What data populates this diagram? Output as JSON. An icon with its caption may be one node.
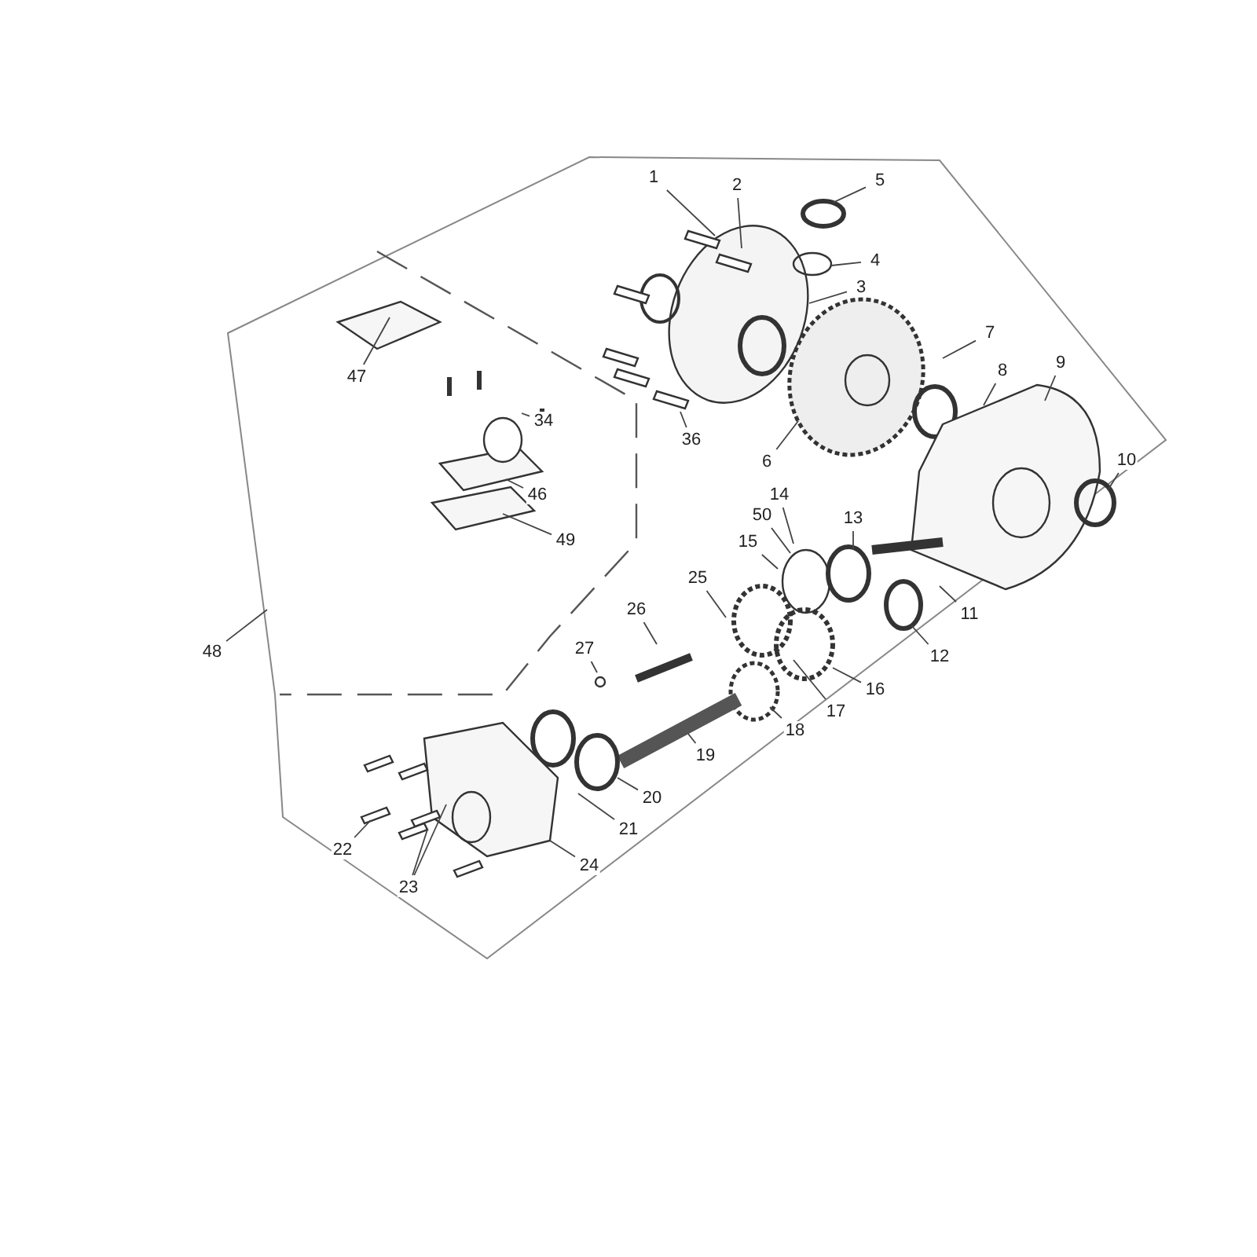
{
  "diagram": {
    "nodes": [
      {
        "text": [
          "1"
        ]
      },
      {
        "text": [
          "2"
        ]
      },
      {
        "text": [
          "5"
        ]
      },
      {
        "text": [
          "4"
        ]
      },
      {
        "text": [
          "3"
        ]
      },
      {
        "text": [
          "7"
        ]
      },
      {
        "text": [
          "9"
        ]
      },
      {
        "text": [
          "8"
        ]
      },
      {
        "text": [
          "47"
        ]
      },
      {
        "text": [
          "36"
        ]
      },
      {
        "text": [
          "6"
        ]
      },
      {
        "text": [
          "34"
        ]
      },
      {
        "text": [
          "10"
        ]
      },
      {
        "text": [
          "46"
        ]
      },
      {
        "text": [
          "14"
        ]
      },
      {
        "text": [
          "50"
        ]
      },
      {
        "text": [
          "13"
        ]
      },
      {
        "text": [
          "49"
        ]
      },
      {
        "text": [
          "15"
        ]
      },
      {
        "text": [
          "25"
        ]
      },
      {
        "text": [
          "26"
        ]
      },
      {
        "text": [
          "11"
        ]
      },
      {
        "text": [
          "48"
        ]
      },
      {
        "text": [
          "27"
        ]
      },
      {
        "text": [
          "12"
        ]
      },
      {
        "text": [
          "16"
        ]
      },
      {
        "text": [
          "17"
        ]
      },
      {
        "text": [
          "18"
        ]
      },
      {
        "text": [
          "19"
        ]
      },
      {
        "text": [
          "20"
        ]
      },
      {
        "text": [
          "21"
        ]
      },
      {
        "text": [
          "22"
        ]
      },
      {
        "text": [
          "24"
        ]
      },
      {
        "text": [
          "23"
        ]
      }
    ],
    "edges": [
      {
        "from": 0,
        "to": null,
        "arrow": "none"
      },
      {
        "from": 1,
        "to": null,
        "arrow": "none"
      },
      {
        "from": 2,
        "to": null,
        "arrow": "none"
      },
      {
        "from": 3,
        "to": null,
        "arrow": "none"
      },
      {
        "from": 4,
        "to": null,
        "arrow": "none"
      },
      {
        "from": 5,
        "to": null,
        "arrow": "none"
      },
      {
        "from": 6,
        "to": null,
        "arrow": "none"
      },
      {
        "from": 7,
        "to": null,
        "arrow": "none"
      },
      {
        "from": 8,
        "to": null,
        "arrow": "none"
      },
      {
        "from": 9,
        "to": null,
        "arrow": "none"
      },
      {
        "from": 10,
        "to": null,
        "arrow": "none"
      },
      {
        "from": 11,
        "to": null,
        "arrow": "none"
      },
      {
        "from": 12,
        "to": null,
        "arrow": "none"
      },
      {
        "from": 13,
        "to": null,
        "arrow": "none"
      },
      {
        "from": 14,
        "to": null,
        "arrow": "none"
      },
      {
        "from": 15,
        "to": null,
        "arrow": "none"
      },
      {
        "from": 16,
        "to": null,
        "arrow": "none"
      },
      {
        "from": 17,
        "to": null,
        "arrow": "none"
      },
      {
        "from": 18,
        "to": null,
        "arrow": "none"
      },
      {
        "from": 19,
        "to": null,
        "arrow": "none"
      },
      {
        "from": 20,
        "to": null,
        "arrow": "none"
      },
      {
        "from": 21,
        "to": null,
        "arrow": "none"
      },
      {
        "from": 22,
        "to": null,
        "arrow": "none"
      },
      {
        "from": 23,
        "to": null,
        "arrow": "none"
      },
      {
        "from": 24,
        "to": null,
        "arrow": "none"
      },
      {
        "from": 25,
        "to": null,
        "arrow": "none"
      },
      {
        "from": 26,
        "to": null,
        "arrow": "none"
      },
      {
        "from": 27,
        "to": null,
        "arrow": "none"
      },
      {
        "from": 28,
        "to": null,
        "arrow": "none"
      },
      {
        "from": 29,
        "to": null,
        "arrow": "none"
      },
      {
        "from": 30,
        "to": null,
        "arrow": "none"
      },
      {
        "from": 31,
        "to": null,
        "arrow": "none"
      },
      {
        "from": 32,
        "to": null,
        "arrow": "none"
      },
      {
        "from": 33,
        "to": null,
        "arrow": "none"
      },
      {
        "from": 33,
        "to": null,
        "arrow": "none"
      }
    ]
  }
}
